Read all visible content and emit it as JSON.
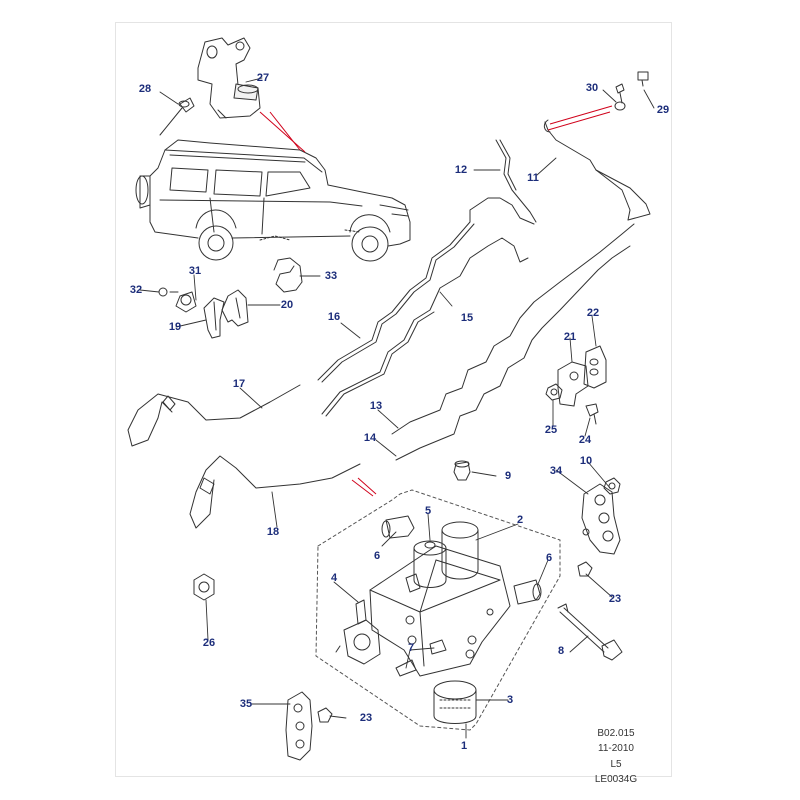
{
  "diagram": {
    "callouts": [
      {
        "id": "c1",
        "text": "1"
      },
      {
        "id": "c2",
        "text": "2"
      },
      {
        "id": "c3",
        "text": "3"
      },
      {
        "id": "c4",
        "text": "4"
      },
      {
        "id": "c5",
        "text": "5"
      },
      {
        "id": "c6a",
        "text": "6"
      },
      {
        "id": "c6b",
        "text": "6"
      },
      {
        "id": "c7",
        "text": "7"
      },
      {
        "id": "c8",
        "text": "8"
      },
      {
        "id": "c9",
        "text": "9"
      },
      {
        "id": "c10",
        "text": "10"
      },
      {
        "id": "c11",
        "text": "11"
      },
      {
        "id": "c12",
        "text": "12"
      },
      {
        "id": "c13",
        "text": "13"
      },
      {
        "id": "c14",
        "text": "14"
      },
      {
        "id": "c15",
        "text": "15"
      },
      {
        "id": "c16",
        "text": "16"
      },
      {
        "id": "c17",
        "text": "17"
      },
      {
        "id": "c18",
        "text": "18"
      },
      {
        "id": "c19",
        "text": "19"
      },
      {
        "id": "c20",
        "text": "20"
      },
      {
        "id": "c21",
        "text": "21"
      },
      {
        "id": "c22",
        "text": "22"
      },
      {
        "id": "c23a",
        "text": "23"
      },
      {
        "id": "c23b",
        "text": "23"
      },
      {
        "id": "c24",
        "text": "24"
      },
      {
        "id": "c25",
        "text": "25"
      },
      {
        "id": "c26",
        "text": "26"
      },
      {
        "id": "c27",
        "text": "27"
      },
      {
        "id": "c28",
        "text": "28"
      },
      {
        "id": "c29",
        "text": "29"
      },
      {
        "id": "c30",
        "text": "30"
      },
      {
        "id": "c31",
        "text": "31"
      },
      {
        "id": "c32",
        "text": "32"
      },
      {
        "id": "c33",
        "text": "33"
      },
      {
        "id": "c34",
        "text": "34"
      },
      {
        "id": "c35",
        "text": "35"
      }
    ],
    "reference": {
      "code": "B02.015",
      "date": "11-2010",
      "model": "L5",
      "figure": "LE0034G"
    },
    "colors": {
      "label": "#1c2d7a",
      "line": "#333333",
      "pointer": "#d0021b",
      "ref": "#333333"
    }
  }
}
